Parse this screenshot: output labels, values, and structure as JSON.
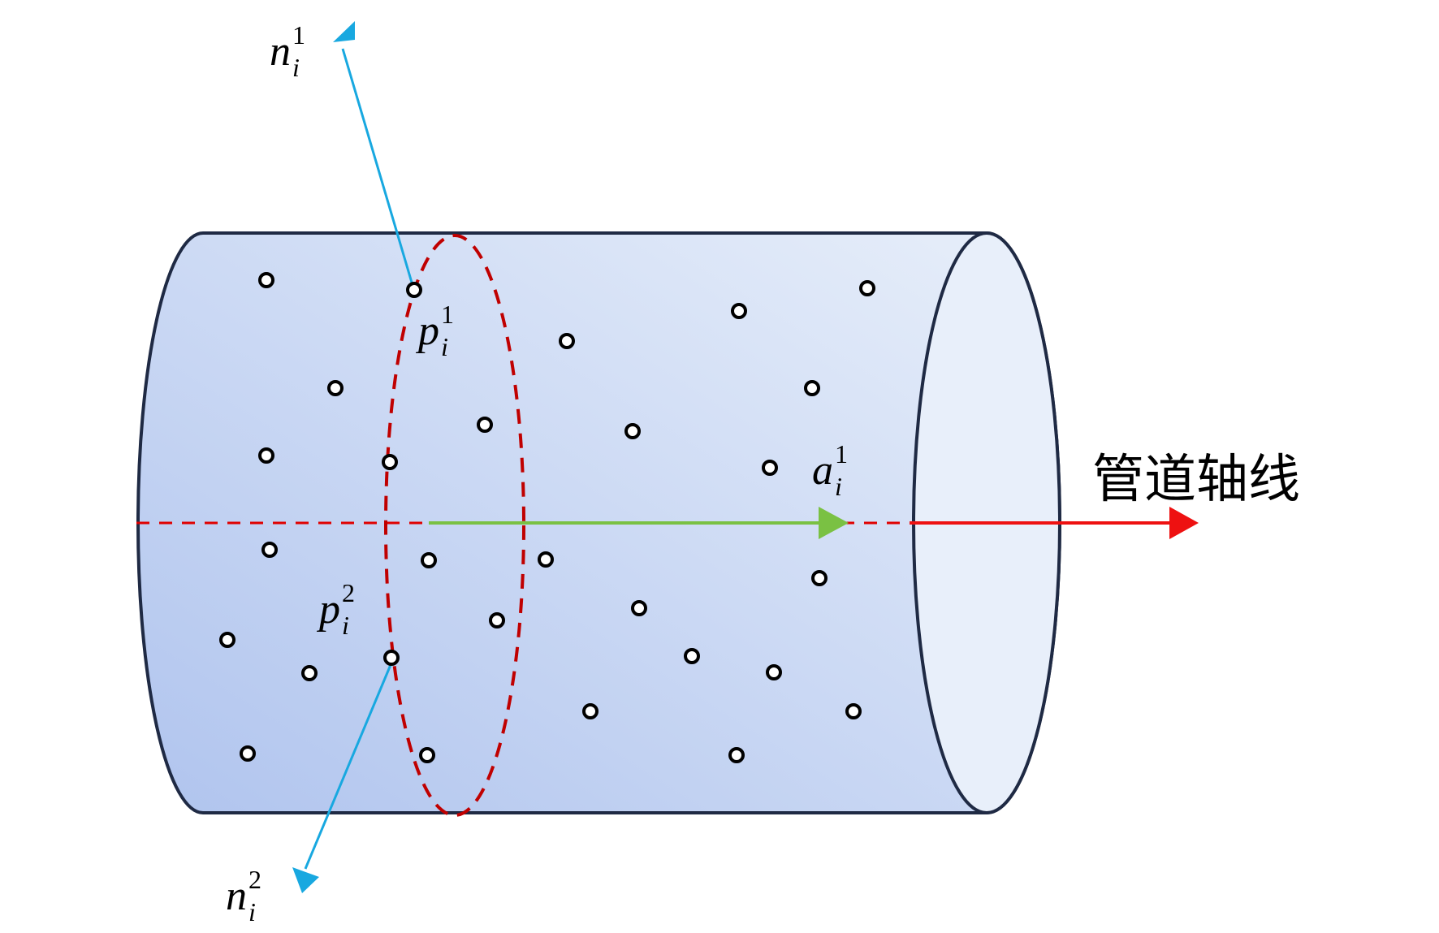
{
  "labels": {
    "n1": {
      "base": "n",
      "sub": "i",
      "sup": "1"
    },
    "n2": {
      "base": "n",
      "sub": "i",
      "sup": "2"
    },
    "p1": {
      "base": "p",
      "sub": "i",
      "sup": "1"
    },
    "p2": {
      "base": "p",
      "sub": "i",
      "sup": "2"
    },
    "a1": {
      "base": "a",
      "sub": "i",
      "sup": "1"
    },
    "axis": "管道轴线"
  },
  "colors": {
    "cylinder_fill_dark": "#b0c4ee",
    "cylinder_fill_light": "#e8effa",
    "cylinder_outline": "#1f2a44",
    "section_ellipse": "#c00000",
    "axis_dashed": "#e00000",
    "axis_arrow": "#ee1111",
    "normal_arrows": "#18a8e0",
    "axis_vector": "#7ac143",
    "points": "#000000"
  }
}
